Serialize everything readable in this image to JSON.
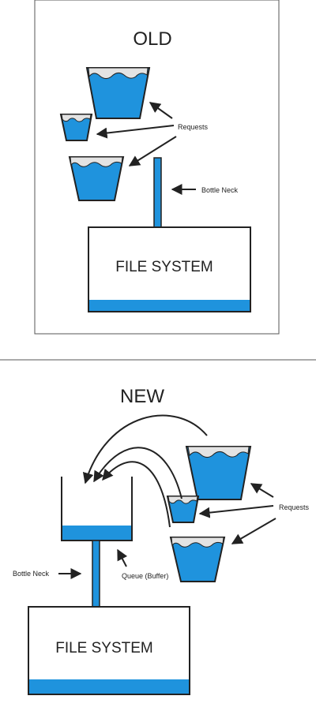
{
  "old": {
    "title": "OLD",
    "requests_label": "Requests",
    "bottleneck_label": "Bottle Neck",
    "filesystem_label": "FILE SYSTEM"
  },
  "new": {
    "title": "NEW",
    "requests_label": "Requests",
    "bottleneck_label": "Bottle Neck",
    "queue_label": "Queue (Buffer)",
    "filesystem_label": "FILE SYSTEM"
  },
  "colors": {
    "water": "#1f93dd",
    "foam": "#e3e3e3",
    "stroke": "#222222"
  }
}
